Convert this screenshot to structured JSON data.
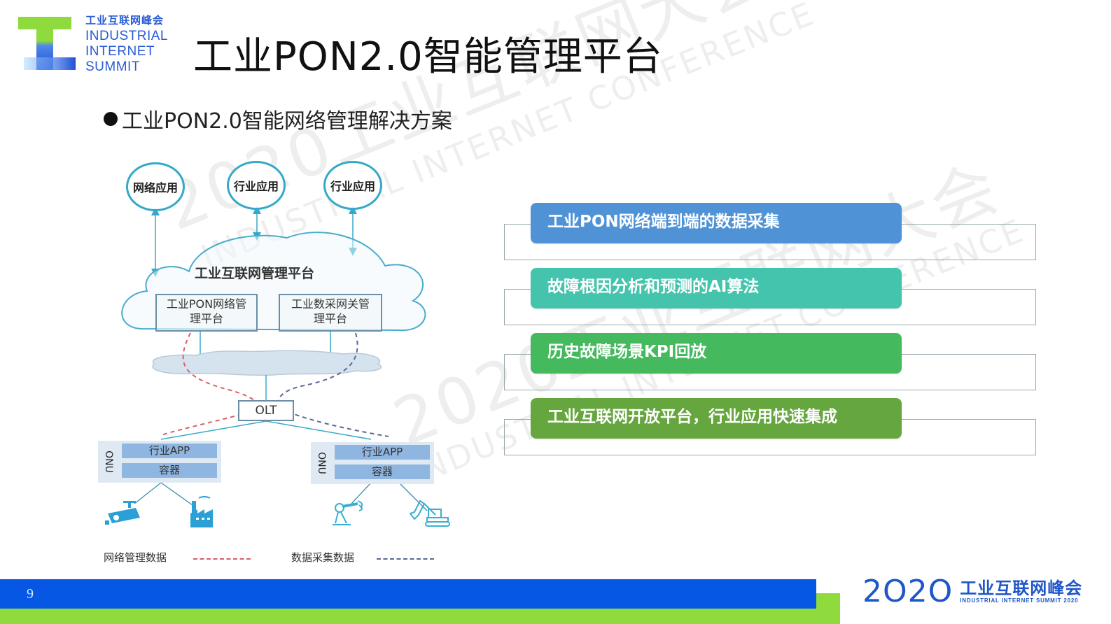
{
  "header": {
    "logo": {
      "cn": "工业互联网峰会",
      "en_lines": [
        "INDUSTRIAL",
        "INTERNET",
        "SUMMIT"
      ]
    },
    "title": "工业PON2.0智能管理平台"
  },
  "subtitle": "工业PON2.0智能网络管理解决方案",
  "diagram": {
    "apps": [
      "网络应用",
      "行业应用",
      "行业应用"
    ],
    "cloud_title": "工业互联网管理平台",
    "platforms": [
      {
        "line1": "工业PON网络管",
        "line2": "理平台"
      },
      {
        "line1": "工业数采网关管",
        "line2": "理平台"
      }
    ],
    "olt_label": "OLT",
    "onus": [
      {
        "label": "ONU",
        "app": "行业APP",
        "container": "容器",
        "devices": [
          "camera-icon",
          "factory-icon"
        ]
      },
      {
        "label": "ONU",
        "app": "行业APP",
        "container": "容器",
        "devices": [
          "robot-arm-icon",
          "excavator-icon"
        ]
      }
    ],
    "legend": [
      {
        "label": "网络管理数据",
        "color": "#d9606a"
      },
      {
        "label": "数据采集数据",
        "color": "#5a6a92"
      }
    ]
  },
  "features": [
    {
      "label": "工业PON网络端到端的数据采集",
      "color": "#4f93d6"
    },
    {
      "label": "故障根因分析和预测的AI算法",
      "color": "#45c4ad"
    },
    {
      "label": "历史故障场景KPI回放",
      "color": "#45b95e"
    },
    {
      "label": "工业互联网开放平台，行业应用快速集成",
      "color": "#66a63e"
    }
  ],
  "watermark": {
    "cn": "2020工业互联网大会",
    "en": "INDUSTRIAL INTERNET CONFERENCE"
  },
  "footer": {
    "page_number": "9",
    "brand_year": "2O2O",
    "brand_cn": "工业互联网峰会",
    "brand_en": "INDUSTRIAL INTERNET SUMMIT 2020",
    "colors": {
      "blue": "#0557e4",
      "green": "#8fdb3e"
    }
  }
}
